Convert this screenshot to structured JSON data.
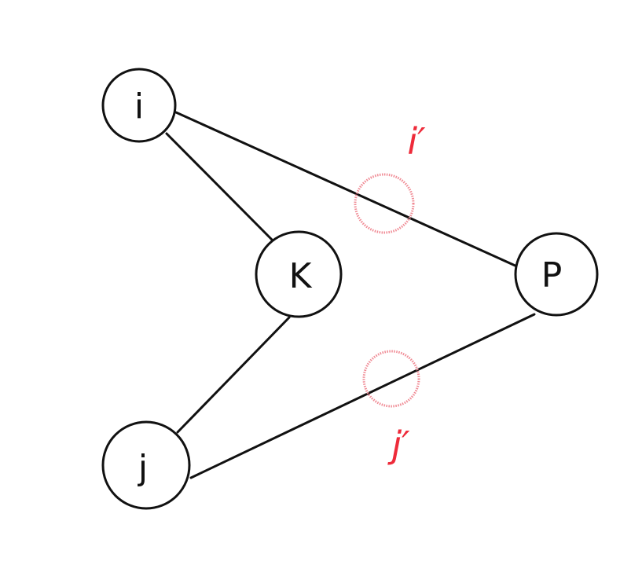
{
  "diagram": {
    "nodes": [
      {
        "id": "i",
        "label": "i"
      },
      {
        "id": "k",
        "label": "K"
      },
      {
        "id": "j",
        "label": "j"
      },
      {
        "id": "p",
        "label": "P"
      }
    ],
    "edges": [
      {
        "from": "i",
        "to": "k"
      },
      {
        "from": "i",
        "to": "p"
      },
      {
        "from": "k",
        "to": "j"
      },
      {
        "from": "j",
        "to": "p"
      }
    ],
    "annotations": [
      {
        "id": "i-prime",
        "label": "i′",
        "marks_edge": "i-p"
      },
      {
        "id": "j-prime",
        "label": "j′",
        "marks_edge": "j-p"
      }
    ],
    "colors": {
      "stroke": "#111111",
      "accent": "#ee2b3a",
      "marker": "#f08a94"
    }
  }
}
